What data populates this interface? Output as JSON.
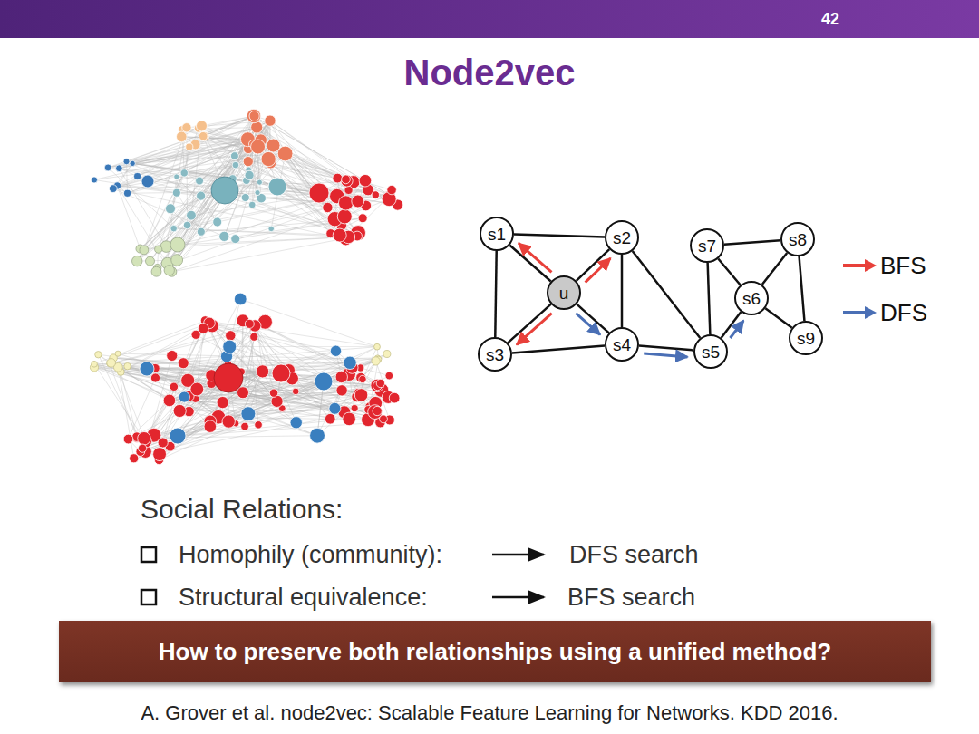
{
  "diagram": {
    "title": "Node2vec",
    "caption": "A. Grover et al. node2vec: Scalable Feature Learning for Networks. KDD 2016.",
    "nodes": [
      {
        "text": [
          "s1"
        ]
      },
      {
        "text": [
          "s2"
        ]
      },
      {
        "text": [
          "s7"
        ]
      },
      {
        "text": [
          "s8"
        ]
      },
      {
        "text": [
          "u"
        ]
      },
      {
        "text": [
          "s6"
        ]
      },
      {
        "text": [
          "s9"
        ]
      },
      {
        "text": [
          "s3"
        ]
      },
      {
        "text": [
          "s4"
        ]
      },
      {
        "text": [
          "s5"
        ]
      },
      {
        "text": [
          "How to preserve both relationships using a unified method?"
        ]
      }
    ],
    "edges": [
      {
        "from": 0,
        "to": 1,
        "arrow": "none"
      },
      {
        "from": 0,
        "to": 7,
        "arrow": "none"
      },
      {
        "from": 4,
        "to": 0,
        "arrow": "none"
      },
      {
        "from": 4,
        "to": 1,
        "arrow": "none"
      },
      {
        "from": 4,
        "to": 7,
        "arrow": "none"
      },
      {
        "from": 4,
        "to": 8,
        "arrow": "none"
      },
      {
        "from": 1,
        "to": 8,
        "arrow": "none"
      },
      {
        "from": 1,
        "to": 9,
        "arrow": "none"
      },
      {
        "from": 7,
        "to": 8,
        "arrow": "none"
      },
      {
        "from": 8,
        "to": 9,
        "arrow": "none"
      },
      {
        "from": 9,
        "to": 2,
        "arrow": "none"
      },
      {
        "from": 9,
        "to": 5,
        "arrow": "none"
      },
      {
        "from": 2,
        "to": 3,
        "arrow": "none"
      },
      {
        "from": 2,
        "to": 5,
        "arrow": "none"
      },
      {
        "from": 3,
        "to": 5,
        "arrow": "none"
      },
      {
        "from": 3,
        "to": 6,
        "arrow": "none"
      },
      {
        "from": 5,
        "to": 6,
        "arrow": "none"
      },
      {
        "from": 4,
        "to": 0,
        "arrow": "to"
      },
      {
        "from": 4,
        "to": 1,
        "arrow": "to"
      },
      {
        "from": 4,
        "to": 7,
        "arrow": "to"
      },
      {
        "from": 4,
        "to": 8,
        "arrow": "to"
      },
      {
        "from": 8,
        "to": 9,
        "arrow": "to"
      },
      {
        "from": 9,
        "to": 5,
        "arrow": "to"
      }
    ],
    "labels": [
      "42",
      "Social Relations:",
      "Homophily (community):",
      "DFS search",
      "Structural equivalence:",
      "BFS search"
    ],
    "legend": [
      {
        "text": "BFS"
      },
      {
        "text": "DFS"
      }
    ]
  }
}
